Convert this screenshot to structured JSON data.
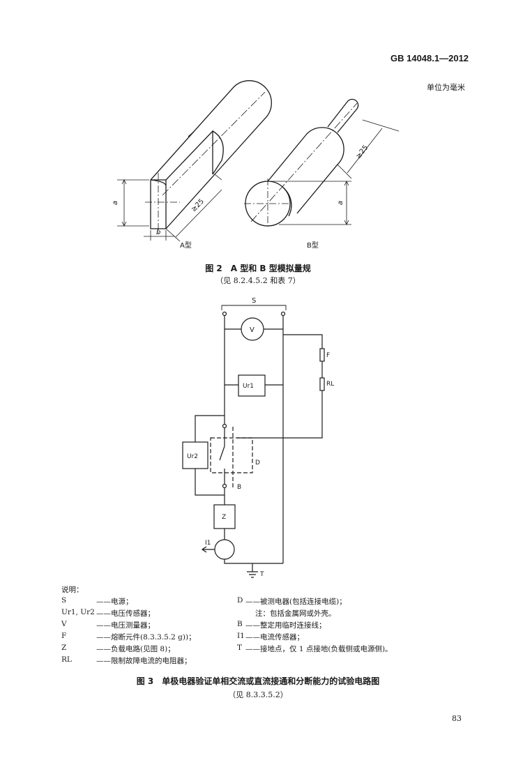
{
  "header": {
    "standard": "GB 14048.1—2012",
    "unit_note": "单位为毫米"
  },
  "figure2": {
    "dim_a": "a",
    "dim_b": "b",
    "dim_min_len": "≥25",
    "label_A": "A型",
    "label_B": "B型",
    "caption": "图 2　A 型和 B 型模拟量规",
    "subcaption": "（见 8.2.4.5.2 和表 7）"
  },
  "figure3": {
    "labels": {
      "S": "S",
      "V": "V",
      "F": "F",
      "RL": "RL",
      "Ur1": "Ur1",
      "Ur2": "Ur2",
      "D": "D",
      "B": "B",
      "Z": "Z",
      "I1": "I1",
      "T": "T"
    },
    "legend_title": "说明：",
    "legend_left": [
      {
        "sym": "S",
        "desc": "——电源；"
      },
      {
        "sym": "Ur1, Ur2",
        "desc": "——电压传感器；"
      },
      {
        "sym": "V",
        "desc": "——电压测量器；"
      },
      {
        "sym": "F",
        "desc": "——熔断元件(8.3.3.5.2 g))；"
      },
      {
        "sym": "Z",
        "desc": "——负载电路(见图 8)；"
      },
      {
        "sym": "RL",
        "desc": "——限制故障电流的电阻器；"
      }
    ],
    "legend_right": [
      {
        "sym": "D",
        "desc": "——被测电器(包括连接电缆)；"
      },
      {
        "sym": "",
        "desc": "注：包括金属网或外壳。"
      },
      {
        "sym": "B",
        "desc": "——整定用临时连接线；"
      },
      {
        "sym": "I1",
        "desc": "——电流传感器；"
      },
      {
        "sym": "T",
        "desc": "——接地点，仅 1 点接地(负载侧或电源侧)。"
      }
    ],
    "caption": "图 3　单极电器验证单相交流或直流接通和分断能力的试验电路图",
    "subcaption": "（见 8.3.3.5.2）"
  },
  "page_number": "83"
}
